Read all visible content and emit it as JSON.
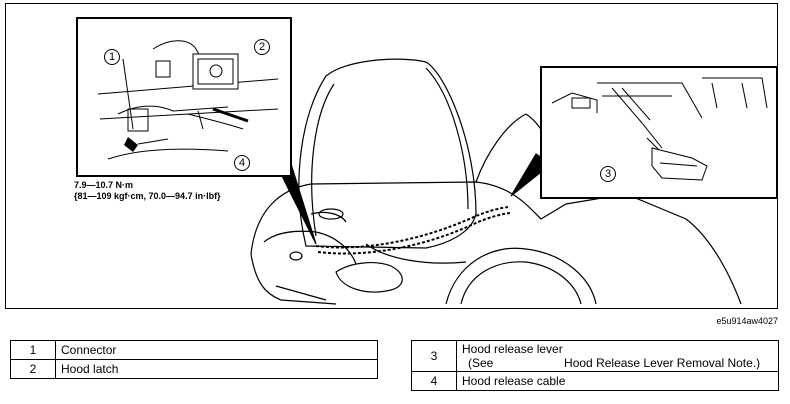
{
  "figure": {
    "code": "e5u914aw4027",
    "torque": {
      "line1": "7.9—10.7 N·m",
      "line2": "{81—109 kgf·cm, 70.0—94.7 in·lbf}"
    },
    "callouts": [
      "1",
      "2",
      "3",
      "4"
    ]
  },
  "legend_left": [
    {
      "num": "1",
      "label": "Connector"
    },
    {
      "num": "2",
      "label": "Hood latch"
    }
  ],
  "legend_right": [
    {
      "num": "3",
      "label": "Hood release lever",
      "note_prefix": "(See",
      "note_ref": "Hood Release Lever Removal Note.)"
    },
    {
      "num": "4",
      "label": "Hood release cable"
    }
  ]
}
